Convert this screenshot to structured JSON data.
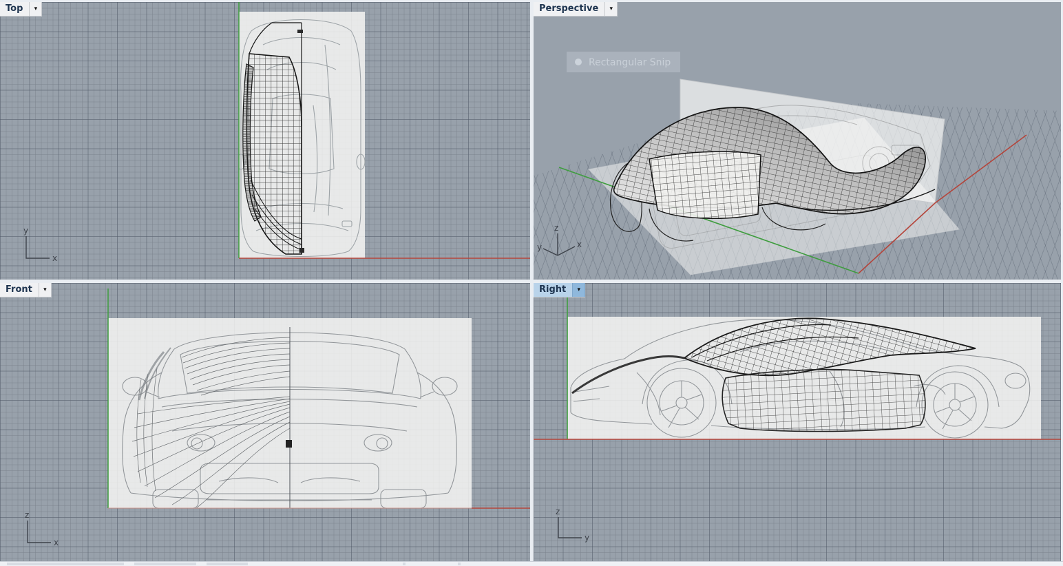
{
  "ui": {
    "menu_arrow": "▾"
  },
  "viewports": {
    "top": {
      "label": "Top",
      "active": false,
      "axis_h": "x",
      "axis_v": "y"
    },
    "perspective": {
      "label": "Perspective",
      "active": false,
      "axis_up": "z",
      "axis_left": "y",
      "axis_right": "x"
    },
    "front": {
      "label": "Front",
      "active": false,
      "axis_h": "x",
      "axis_v": "z"
    },
    "right": {
      "label": "Right",
      "active": true,
      "axis_h": "y",
      "axis_v": "z"
    }
  },
  "overlay": {
    "snip_label": "Rectangular Snip"
  },
  "colors": {
    "viewport_background": "#98a1ab",
    "grid_minor": "#7d8590",
    "grid_major": "#4b5261",
    "axis_red": "#b5453b",
    "axis_green": "#3f9d3f",
    "blueprint_plane": "#f6f6f3",
    "wireframe": "#1a1a1a",
    "active_tab": "#b9d3ea",
    "tab_text": "#1f3550"
  }
}
